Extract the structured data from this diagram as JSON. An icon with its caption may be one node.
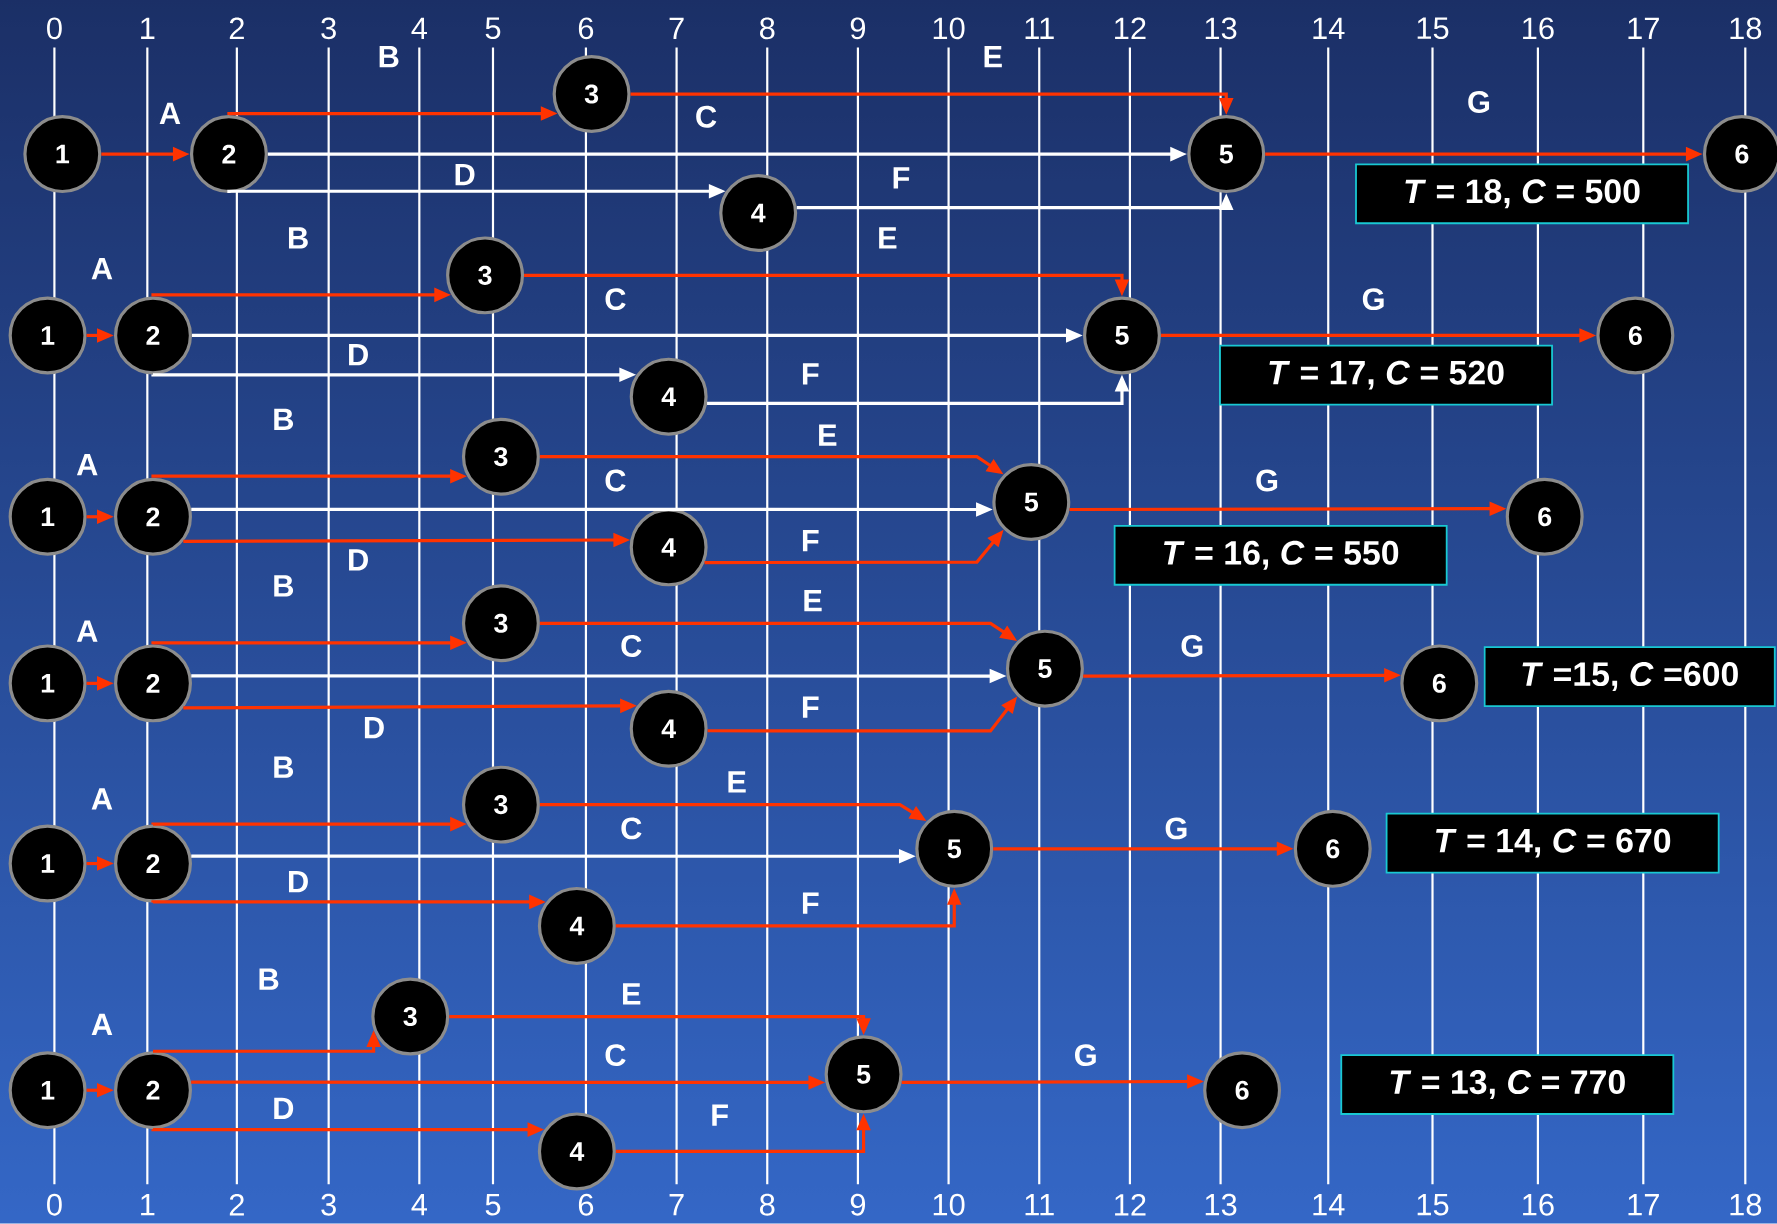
{
  "diagram": {
    "nodes": [
      {
        "text": [
          "1"
        ]
      },
      {
        "text": [
          "2"
        ]
      },
      {
        "text": [
          "3"
        ]
      },
      {
        "text": [
          "4"
        ]
      },
      {
        "text": [
          "5"
        ]
      },
      {
        "text": [
          "6"
        ]
      },
      {
        "text": [
          "*T* = 18, *C* = 500"
        ]
      },
      {
        "text": [
          "1"
        ]
      },
      {
        "text": [
          "2"
        ]
      },
      {
        "text": [
          "3"
        ]
      },
      {
        "text": [
          "4"
        ]
      },
      {
        "text": [
          "5"
        ]
      },
      {
        "text": [
          "6"
        ]
      },
      {
        "text": [
          "*T* = 17, *C* = 520"
        ]
      },
      {
        "text": [
          "1"
        ]
      },
      {
        "text": [
          "2"
        ]
      },
      {
        "text": [
          "3"
        ]
      },
      {
        "text": [
          "4"
        ]
      },
      {
        "text": [
          "5"
        ]
      },
      {
        "text": [
          "6"
        ]
      },
      {
        "text": [
          "*T* = 16, *C* = 550"
        ]
      },
      {
        "text": [
          "1"
        ]
      },
      {
        "text": [
          "2"
        ]
      },
      {
        "text": [
          "3"
        ]
      },
      {
        "text": [
          "4"
        ]
      },
      {
        "text": [
          "5"
        ]
      },
      {
        "text": [
          "6"
        ]
      },
      {
        "text": [
          "*T* =15, *C* =600"
        ]
      },
      {
        "text": [
          "1"
        ]
      },
      {
        "text": [
          "2"
        ]
      },
      {
        "text": [
          "3"
        ]
      },
      {
        "text": [
          "4"
        ]
      },
      {
        "text": [
          "5"
        ]
      },
      {
        "text": [
          "6"
        ]
      },
      {
        "text": [
          "*T* = 14, *C* = 670"
        ]
      },
      {
        "text": [
          "1"
        ]
      },
      {
        "text": [
          "2"
        ]
      },
      {
        "text": [
          "3"
        ]
      },
      {
        "text": [
          "4"
        ]
      },
      {
        "text": [
          "5"
        ]
      },
      {
        "text": [
          "6"
        ]
      },
      {
        "text": [
          "*T* = 13, *C* = 770"
        ]
      }
    ],
    "edges": [
      {
        "from": 0,
        "to": 1,
        "arrow": "to",
        "label": "A"
      },
      {
        "from": 1,
        "to": 2,
        "arrow": "to",
        "label": "B"
      },
      {
        "from": 1,
        "to": 4,
        "arrow": "to",
        "label": "C",
        "color": "#ffffff"
      },
      {
        "from": 1,
        "to": 3,
        "arrow": "to",
        "label": "D",
        "color": "#ffffff"
      },
      {
        "from": 2,
        "to": 4,
        "arrow": "to",
        "label": "E"
      },
      {
        "from": 3,
        "to": 4,
        "arrow": "to",
        "label": "F",
        "color": "#ffffff"
      },
      {
        "from": 4,
        "to": 5,
        "arrow": "to",
        "label": "G"
      },
      {
        "from": 7,
        "to": 8,
        "arrow": "to",
        "label": "A"
      },
      {
        "from": 8,
        "to": 9,
        "arrow": "to",
        "label": "B"
      },
      {
        "from": 8,
        "to": 11,
        "arrow": "to",
        "label": "C",
        "color": "#ffffff"
      },
      {
        "from": 8,
        "to": 10,
        "arrow": "to",
        "label": "D",
        "color": "#ffffff"
      },
      {
        "from": 9,
        "to": 11,
        "arrow": "to",
        "label": "E"
      },
      {
        "from": 10,
        "to": 11,
        "arrow": "to",
        "label": "F",
        "color": "#ffffff"
      },
      {
        "from": 11,
        "to": 12,
        "arrow": "to",
        "label": "G"
      },
      {
        "from": 14,
        "to": 15,
        "arrow": "to",
        "label": "A"
      },
      {
        "from": 15,
        "to": 16,
        "arrow": "to",
        "label": "B"
      },
      {
        "from": 15,
        "to": 18,
        "arrow": "to",
        "label": "C",
        "color": "#ffffff"
      },
      {
        "from": 15,
        "to": 17,
        "arrow": "to",
        "label": "D"
      },
      {
        "from": 16,
        "to": 18,
        "arrow": "to",
        "label": "E"
      },
      {
        "from": 17,
        "to": 18,
        "arrow": "to",
        "label": "F"
      },
      {
        "from": 18,
        "to": 19,
        "arrow": "to",
        "label": "G"
      },
      {
        "from": 21,
        "to": 22,
        "arrow": "to",
        "label": "A"
      },
      {
        "from": 22,
        "to": 23,
        "arrow": "to",
        "label": "B"
      },
      {
        "from": 22,
        "to": 25,
        "arrow": "to",
        "label": "C",
        "color": "#ffffff"
      },
      {
        "from": 22,
        "to": 24,
        "arrow": "to",
        "label": "D"
      },
      {
        "from": 23,
        "to": 25,
        "arrow": "to",
        "label": "E"
      },
      {
        "from": 24,
        "to": 25,
        "arrow": "to",
        "label": "F"
      },
      {
        "from": 25,
        "to": 26,
        "arrow": "to",
        "label": "G"
      },
      {
        "from": 28,
        "to": 29,
        "arrow": "to",
        "label": "A"
      },
      {
        "from": 29,
        "to": 30,
        "arrow": "to",
        "label": "B"
      },
      {
        "from": 29,
        "to": 32,
        "arrow": "to",
        "label": "C",
        "color": "#ffffff"
      },
      {
        "from": 29,
        "to": 31,
        "arrow": "to",
        "label": "D"
      },
      {
        "from": 30,
        "to": 32,
        "arrow": "to",
        "label": "E"
      },
      {
        "from": 31,
        "to": 32,
        "arrow": "to",
        "label": "F"
      },
      {
        "from": 32,
        "to": 33,
        "arrow": "to",
        "label": "G"
      },
      {
        "from": 35,
        "to": 36,
        "arrow": "to",
        "label": "A"
      },
      {
        "from": 36,
        "to": 37,
        "arrow": "to",
        "label": "B"
      },
      {
        "from": 36,
        "to": 39,
        "arrow": "to",
        "label": "C"
      },
      {
        "from": 36,
        "to": 38,
        "arrow": "to",
        "label": "D"
      },
      {
        "from": 37,
        "to": 39,
        "arrow": "to",
        "label": "E"
      },
      {
        "from": 38,
        "to": 39,
        "arrow": "to",
        "label": "F"
      },
      {
        "from": 39,
        "to": 40,
        "arrow": "to",
        "label": "G"
      }
    ],
    "labels": [
      "0",
      "1",
      "2",
      "3",
      "4",
      "5",
      "6",
      "7",
      "8",
      "9",
      "10",
      "11",
      "12",
      "13",
      "14",
      "15",
      "16",
      "17",
      "18",
      "0",
      "1",
      "2",
      "3",
      "4",
      "5",
      "6",
      "7",
      "8",
      "9",
      "10",
      "11",
      "12",
      "13",
      "14",
      "15",
      "16",
      "17",
      "18"
    ]
  }
}
